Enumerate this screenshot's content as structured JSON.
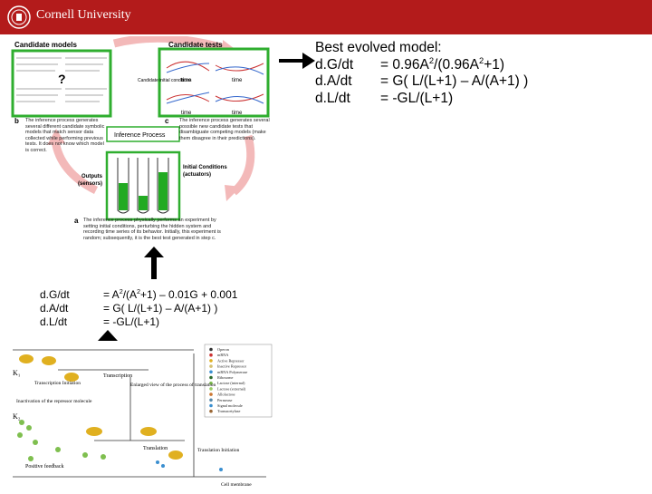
{
  "header": {
    "university": "Cornell University",
    "seal_icon": "cornell-seal-icon",
    "bg_color": "#b31b1b"
  },
  "figure_top": {
    "candidate_models_title": "Candidate models",
    "candidate_tests_title": "Candidate tests",
    "question_mark": "?",
    "candidate_initial_conditions": "Candidate initial conditions",
    "inference_process": "Inference Process",
    "label_a": "a",
    "label_b": "b",
    "label_c": "c",
    "caption_a": "The inference process physically performs an experiment by setting initial conditions, perturbing the hidden system and recording time series of its behavior. Initially, this experiment is random; subsequently, it is the best test generated in step c.",
    "caption_b": "The inference process generates several different candidate symbolic models that match sensor data collected while performing previous tests. It does not know which model is correct.",
    "caption_c": "The inference process generates several possible new candidate tests that disambiguate competing models (make them disagree in their predictions).",
    "outputs_label": "Outputs",
    "sensors_label": "(sensors)",
    "initial_conditions_label": "Initial Conditions",
    "actuators_label": "(actuators)",
    "time_label": "time"
  },
  "best_model": {
    "title": "Best evolved model:",
    "rows": [
      {
        "lhs": "d.G/dt",
        "rhs_pre": "= 0.96A",
        "sup1": "2",
        "rhs_mid": "/(0.96A",
        "sup2": "2",
        "rhs_post": "+1)"
      },
      {
        "lhs": "d.A/dt",
        "rhs": "= G( L/(L+1) – A/(A+1) )"
      },
      {
        "lhs": "d.L/dt",
        "rhs": "= -GL/(L+1)"
      }
    ]
  },
  "true_model": {
    "rows": [
      {
        "lhs": "d.G/dt",
        "rhs_pre": "= A",
        "sup1": "2",
        "rhs_mid": "/(A",
        "sup2": "2",
        "rhs_post": "+1) – 0.01G + 0.001"
      },
      {
        "lhs": "d.A/dt",
        "rhs": "= G( L/(L+1) – A/(A+1) )"
      },
      {
        "lhs": "d.L/dt",
        "rhs": "= -GL/(L+1)"
      }
    ]
  },
  "figure_bottom": {
    "legend": [
      "Operon",
      "mRNA",
      "Active Repressor",
      "Inactive Repressor",
      "mRNA Polymerase",
      "Ribosome",
      "Lactose (internal)",
      "Lactose (external)",
      "Allolactose",
      "Permease",
      "Signal molecule",
      "Transacetylase"
    ],
    "labels": {
      "k1": "K₁",
      "k2": "K₂",
      "transcription": "Transcription",
      "transcription_initiation": "Transcription Initiation",
      "inactivation": "Inactivation of the repressor molecule",
      "enlarged_view": "Enlarged view of the process of translation",
      "translation": "Translation",
      "translation_initiation": "Translation Initiation",
      "positive_feedback": "Positive feedback",
      "cell_membrane": "Cell membrane"
    }
  },
  "colors": {
    "arrow_pink": "#f3b9b9",
    "box_green": "#2fae2f",
    "bar_green": "#22aa22",
    "black_arrow": "#000000"
  }
}
